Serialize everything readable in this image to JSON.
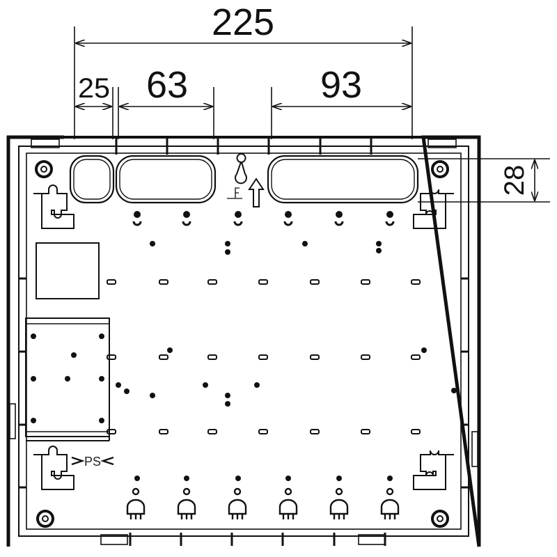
{
  "dimensions": {
    "overall_width": "225",
    "left_slot_offset": "25",
    "left_slot_width": "63",
    "right_slot_width": "93",
    "slot_height": "28"
  },
  "labels": {
    "ps_mark": "PS"
  }
}
